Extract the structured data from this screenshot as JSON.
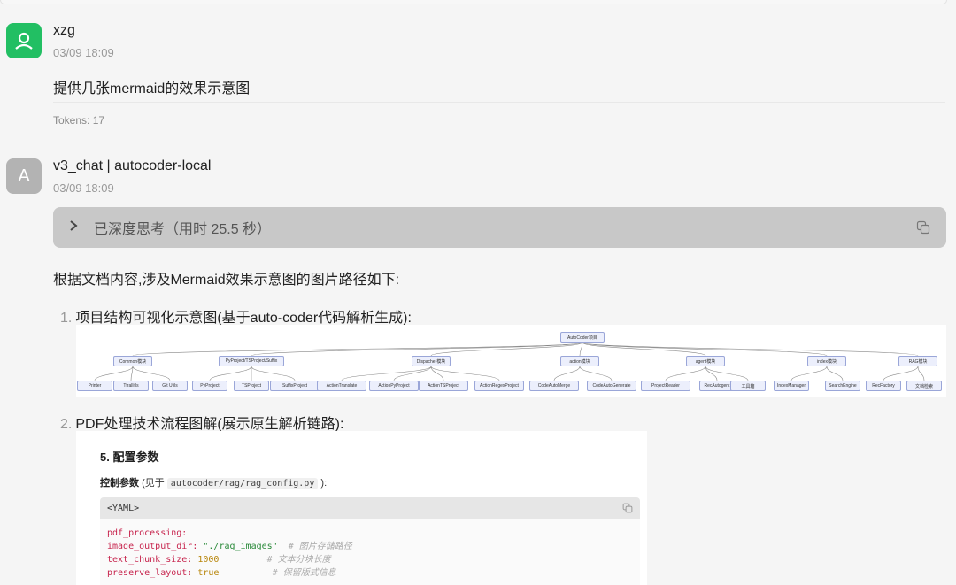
{
  "user_message": {
    "name": "xzg",
    "time": "03/09 18:09",
    "text": "提供几张mermaid的效果示意图",
    "tokens": "Tokens: 17"
  },
  "assistant_message": {
    "avatar_letter": "A",
    "name": "v3_chat | autocoder-local",
    "time": "03/09 18:09",
    "thinking_label": "已深度思考（用时 25.5 秒）",
    "intro": "根据文档内容,涉及Mermaid效果示意图的图片路径如下:",
    "items": [
      {
        "num": "1.",
        "text": "项目结构可视化示意图(基于auto-coder代码解析生成):"
      },
      {
        "num": "2.",
        "text": "PDF处理技术流程图解(展示原生解析链路):"
      }
    ]
  },
  "diagram": {
    "root": "AutoCoder项目",
    "level1": [
      "Common模块",
      "PyProject/TSProject/Suffix",
      "Dispacher模块",
      "action模块",
      "agent模块",
      "index模块",
      "RAG模块"
    ],
    "level2": [
      "Printer",
      "Tfrallitls",
      "Git Utils",
      "PyProject",
      "TSProject",
      "SuffixProject",
      "ActionTranslate",
      "ActionPyProject",
      "ActionTSProject",
      "ActionRegexProject",
      "CodeAutoMerge",
      "CodeAutoGenerate",
      "ProjectReader",
      "RecAutogent",
      "工具箱",
      "IndexManager",
      "SearchEngine",
      "RecFactory",
      "文档检索"
    ]
  },
  "config_image": {
    "title": "5. 配置参数",
    "sub_label": "控制参数",
    "sub_paren": "(见于",
    "sub_path": "autocoder/rag/rag_config.py",
    "sub_close": "):",
    "yaml_label": "<YAML>",
    "lines": [
      {
        "key": "pdf_processing:",
        "value": "",
        "comment": ""
      },
      {
        "key": "  image_output_dir:",
        "value": "\"./rag_images\"",
        "comment": "# 图片存储路径"
      },
      {
        "key": "  text_chunk_size:",
        "value": "1000",
        "comment": "# 文本分块长度"
      },
      {
        "key": "  preserve_layout:",
        "value": "true",
        "comment": "# 保留版式信息"
      }
    ]
  },
  "icons": {
    "user_avatar": "person-icon",
    "thinking_toggle": "chevron-right-icon",
    "copy": "copy-icon"
  },
  "colors": {
    "user_avatar": "#22bf63",
    "assistant_avatar": "#b3b3b3",
    "thinking_bar": "#c8c8c8"
  }
}
